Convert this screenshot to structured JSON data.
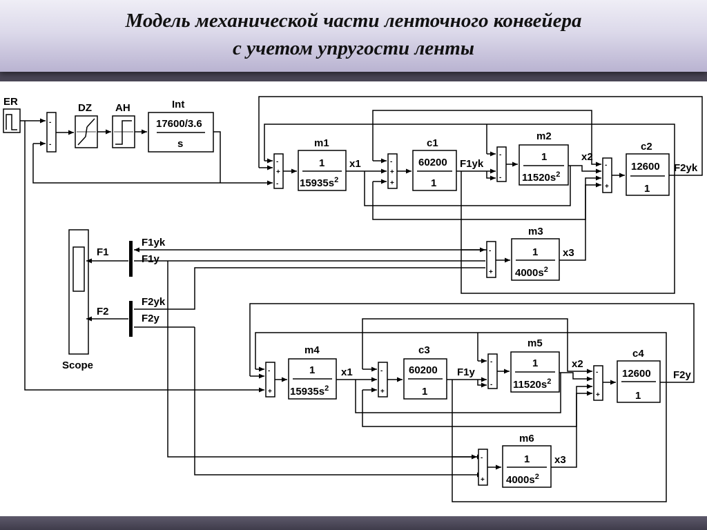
{
  "slide": {
    "title_line1": "Модель механической части ленточного конвейера",
    "title_line2": "с учетом упругости ленты"
  },
  "blocks": {
    "er": "ER",
    "dz": "DZ",
    "ah": "AH",
    "int": {
      "name": "Int",
      "num": "17600/3.6",
      "den": "s"
    },
    "m1": {
      "name": "m1",
      "num": "1",
      "den": "15935s",
      "exp": "2"
    },
    "c1": {
      "name": "c1",
      "num": "60200",
      "den": "1"
    },
    "m2": {
      "name": "m2",
      "num": "1",
      "den": "11520s",
      "exp": "2"
    },
    "c2": {
      "name": "c2",
      "num": "12600",
      "den": "1"
    },
    "m3": {
      "name": "m3",
      "num": "1",
      "den": "4000s",
      "exp": "2"
    },
    "m4": {
      "name": "m4",
      "num": "1",
      "den": "15935s",
      "exp": "2"
    },
    "c3": {
      "name": "c3",
      "num": "60200",
      "den": "1"
    },
    "m5": {
      "name": "m5",
      "num": "1",
      "den": "11520s",
      "exp": "2"
    },
    "c4": {
      "name": "c4",
      "num": "12600",
      "den": "1"
    },
    "m6": {
      "name": "m6",
      "num": "1",
      "den": "4000s",
      "exp": "2"
    },
    "scope": "Scope"
  },
  "signals": {
    "x1_top": "x1",
    "f1yk_top": "F1yk",
    "x2_top": "x2",
    "f2yk_top": "F2yk",
    "x3_top": "x3",
    "x1_bot": "x1",
    "f1y_bot": "F1y",
    "x2_bot": "x2",
    "f2y_bot": "F2y",
    "x3_bot": "x3",
    "mux1_in1": "F1yk",
    "mux1_in2": "F1y",
    "mux1_out": "F1",
    "mux2_in1": "F2yk",
    "mux2_in2": "F2y",
    "mux2_out": "F2"
  },
  "signs": {
    "minus": "-",
    "plus": "+"
  }
}
